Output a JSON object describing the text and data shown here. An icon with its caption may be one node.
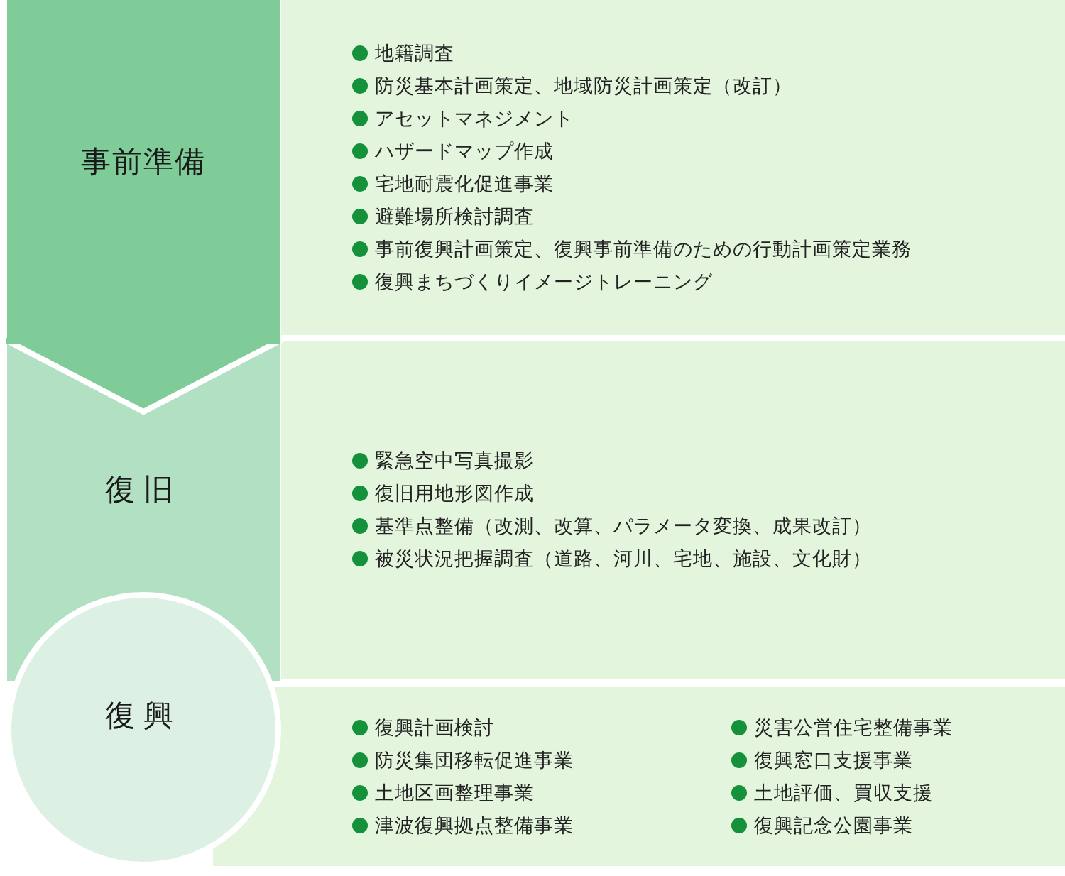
{
  "diagram": {
    "nodes": [
      {
        "text": [
          "事前準備"
        ]
      },
      {
        "text": [
          "地籍調査",
          "防災基本計画策定、地域防災計画策定（改訂）",
          "アセットマネジメント",
          "ハザードマップ作成",
          "宅地耐震化促進事業",
          "避難場所検討調査",
          "事前復興計画策定、復興事前準備のための行動計画策定業務",
          "復興まちづくりイメージトレーニング"
        ]
      },
      {
        "text": [
          "復旧"
        ]
      },
      {
        "text": [
          "緊急空中写真撮影",
          "復旧用地形図作成",
          "基準点整備（改測、改算、パラメータ変換、成果改訂）",
          "被災状況把握調査（道路、河川、宅地、施設、文化財）"
        ]
      },
      {
        "text": [
          "復興"
        ]
      },
      {
        "text": [
          "復興計画検討",
          "防災集団移転促進事業",
          "土地区画整理事業",
          "津波復興拠点整備事業",
          "災害公営住宅整備事業",
          "復興窓口支援事業",
          "土地評価、買収支援",
          "復興記念公園事業"
        ]
      }
    ],
    "edges": [
      {
        "from": 0,
        "to": 2,
        "arrow": "to"
      }
    ]
  }
}
